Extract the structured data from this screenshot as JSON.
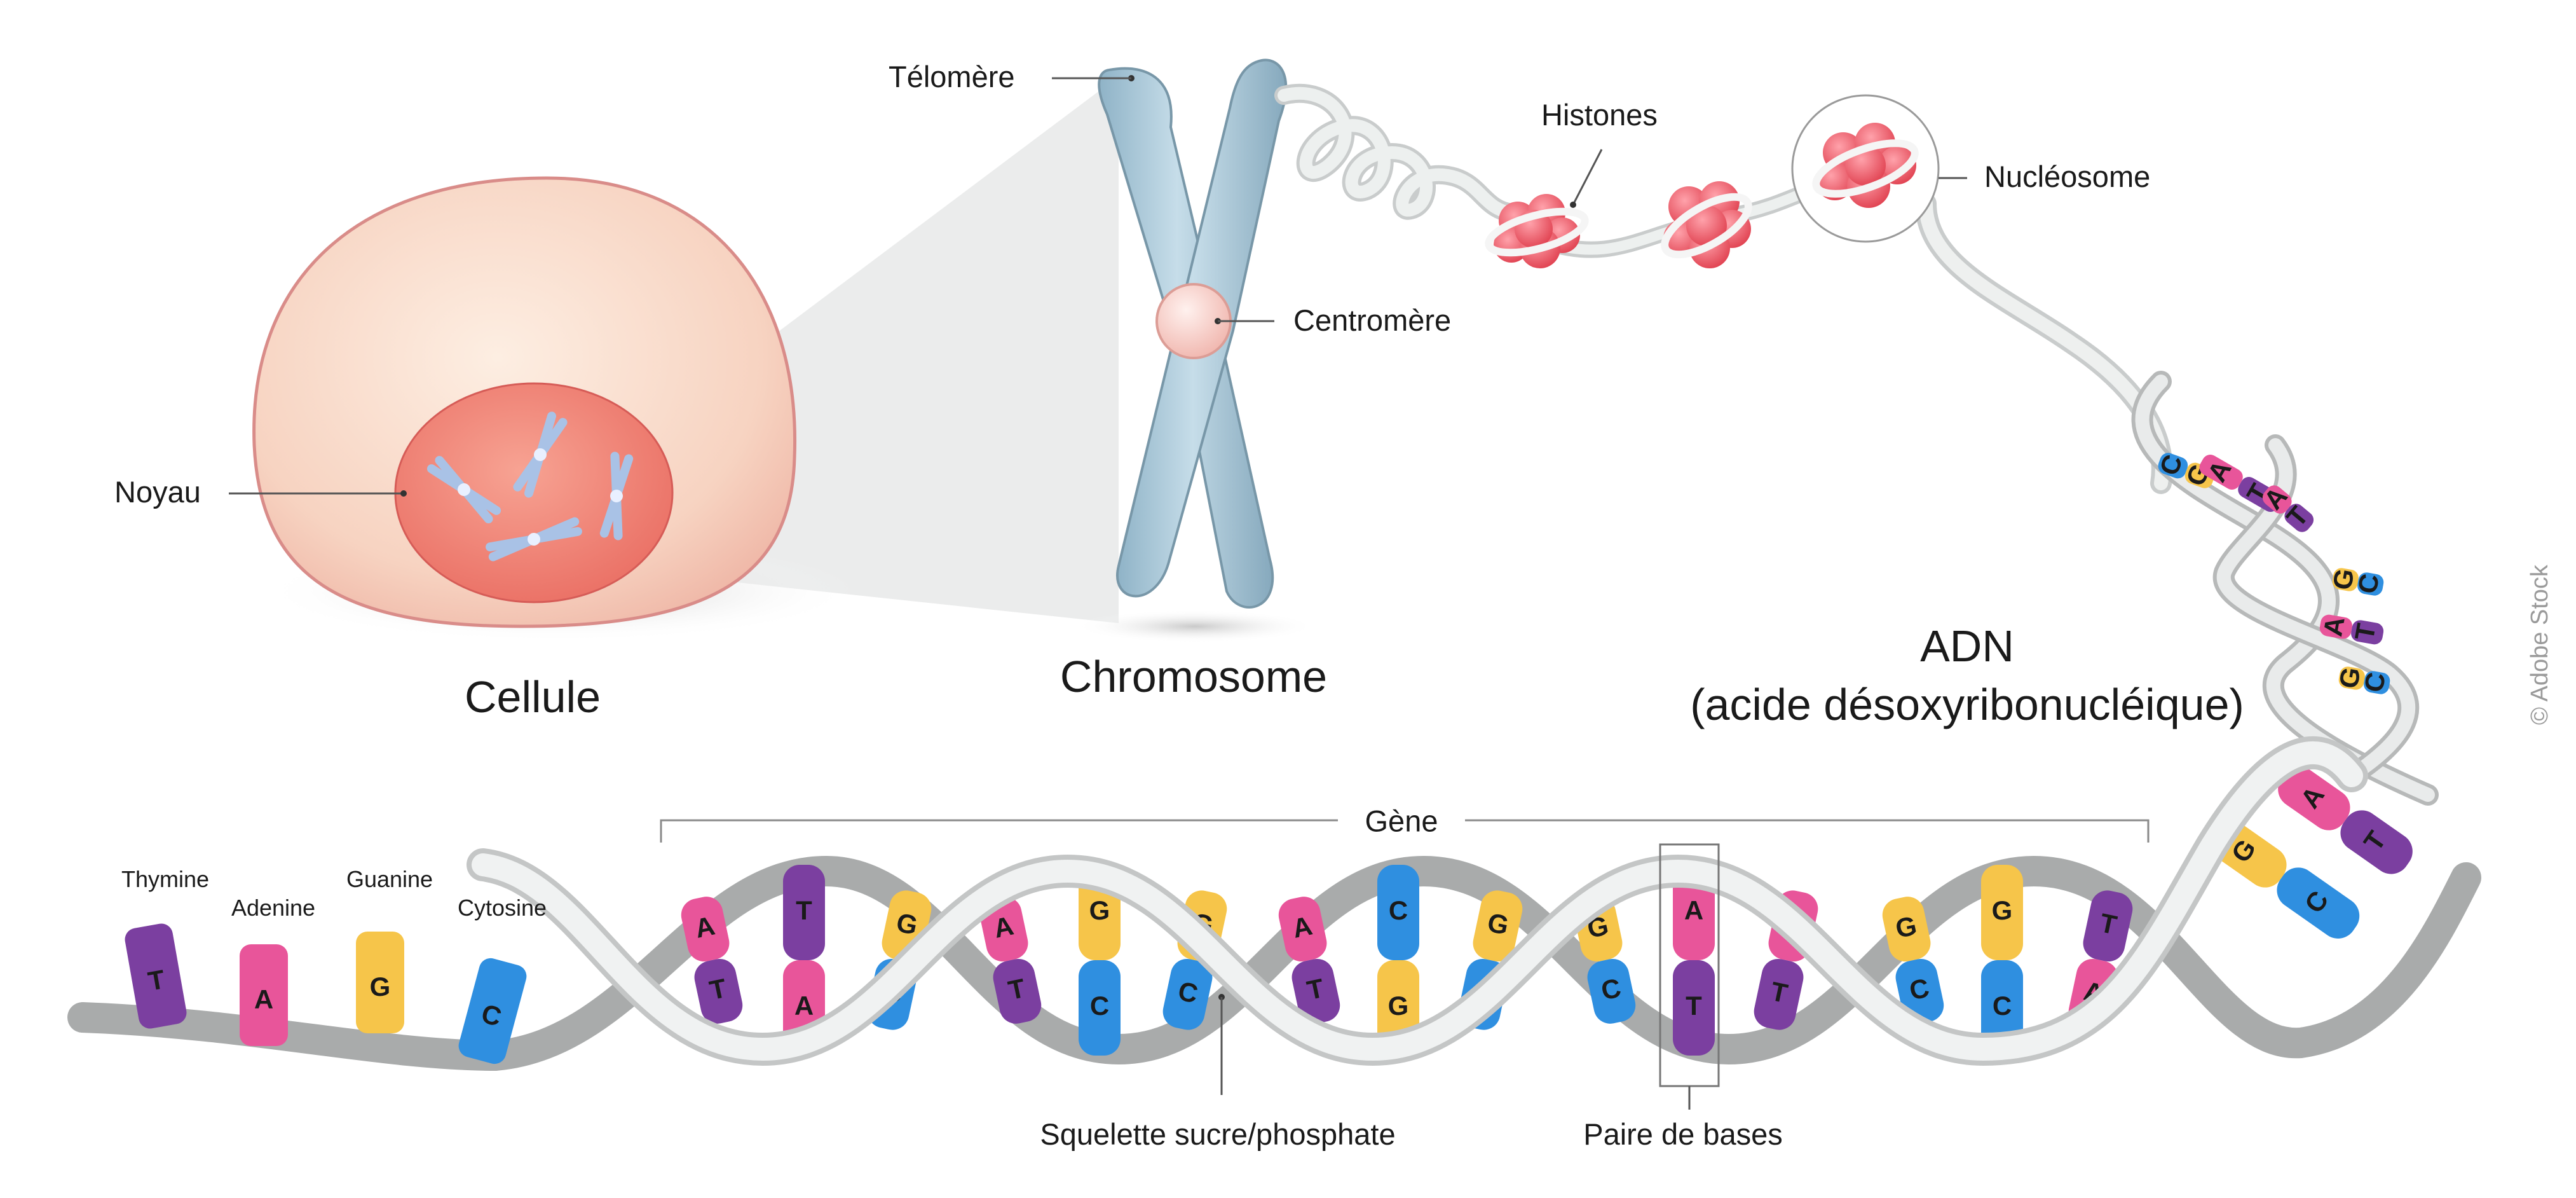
{
  "titles": {
    "cell": "Cellule",
    "chromosome": "Chromosome",
    "dna_line1": "ADN",
    "dna_line2": "(acide désoxyribonucléique)"
  },
  "labels": {
    "noyau": "Noyau",
    "telomere": "Télomère",
    "centromere": "Centromère",
    "histones": "Histones",
    "nucleosome": "Nucléosome",
    "gene": "Gène",
    "backbone": "Squelette sucre/phosphate",
    "base_pair": "Paire de bases"
  },
  "bases": [
    {
      "name": "Thymine",
      "letter": "T",
      "color": "#7b3fa0"
    },
    {
      "name": "Adenine",
      "letter": "A",
      "color": "#e8559a"
    },
    {
      "name": "Guanine",
      "letter": "G",
      "color": "#f6c54a"
    },
    {
      "name": "Cytosine",
      "letter": "C",
      "color": "#2f8fe0"
    }
  ],
  "helix_pairs": [
    [
      "A",
      "T"
    ],
    [
      "T",
      "A"
    ],
    [
      "G",
      "C"
    ],
    [
      "A",
      "T"
    ],
    [
      "G",
      "C"
    ],
    [
      "G",
      "C"
    ],
    [
      "A",
      "T"
    ],
    [
      "C",
      "G"
    ],
    [
      "G",
      "C"
    ],
    [
      "G",
      "C"
    ],
    [
      "A",
      "T"
    ],
    [
      "A",
      "T"
    ],
    [
      "G",
      "C"
    ],
    [
      "G",
      "C"
    ],
    [
      "T",
      "A"
    ]
  ],
  "upper_pairs": [
    [
      "C",
      "G"
    ],
    [
      "A",
      "T"
    ],
    [
      "A",
      "T"
    ],
    [
      "G",
      "C"
    ],
    [
      "A",
      "T"
    ],
    [
      "G",
      "C"
    ],
    [
      "A",
      "T"
    ],
    [
      "G",
      "C"
    ]
  ],
  "watermark": "© Adobe Stock"
}
